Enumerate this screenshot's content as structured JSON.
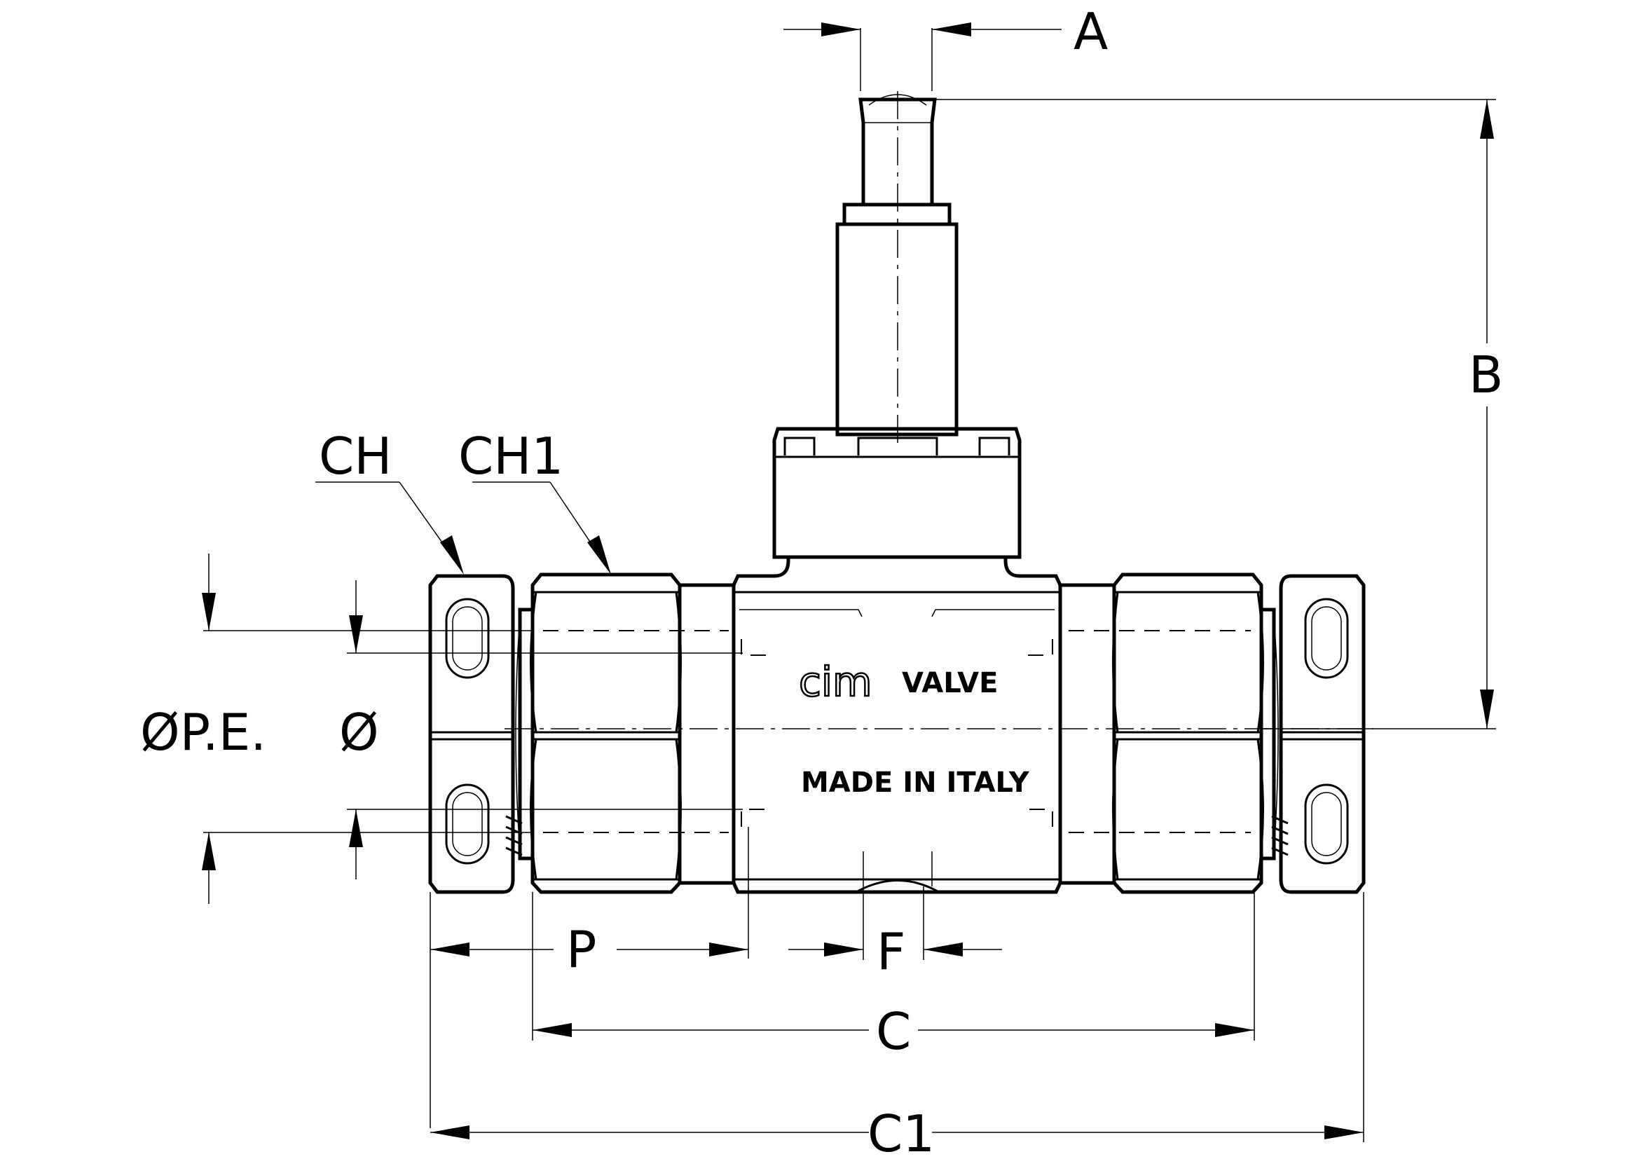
{
  "dimensions": {
    "A": "A",
    "B": "B",
    "CH": "CH",
    "CH1": "CH1",
    "diam_pe": "ØP.E.",
    "diam": "Ø",
    "P": "P",
    "F": "F",
    "C": "C",
    "C1": "C1"
  },
  "markings": {
    "logo": "cim",
    "brand": "VALVE",
    "origin": "MADE IN ITALY"
  }
}
